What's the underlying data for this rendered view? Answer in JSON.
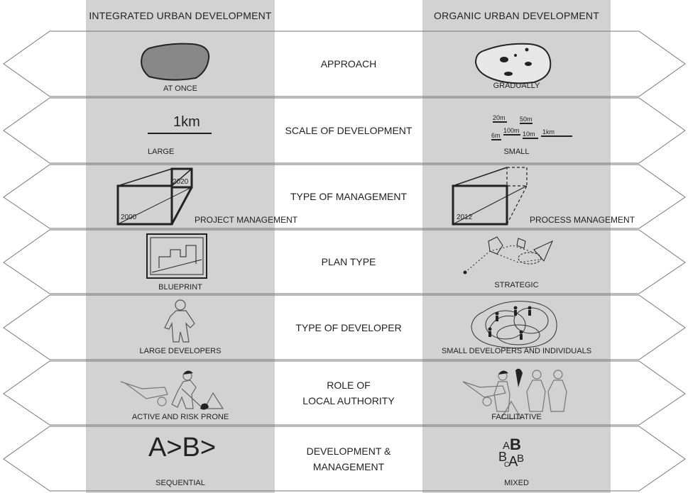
{
  "headers": {
    "left": "INTEGRATED URBAN DEVELOPMENT",
    "right": "ORGANIC URBAN DEVELOPMENT"
  },
  "rows": [
    {
      "center": "APPROACH",
      "left_label": "AT ONCE",
      "right_label": "GRADUALLY"
    },
    {
      "center": "SCALE OF DEVELOPMENT",
      "left_label": "LARGE",
      "right_label": "SMALL"
    },
    {
      "center": "TYPE OF MANAGEMENT",
      "left_label": "PROJECT MANAGEMENT",
      "right_label": "PROCESS MANAGEMENT"
    },
    {
      "center": "PLAN TYPE",
      "left_label": "BLUEPRINT",
      "right_label": "STRATEGIC"
    },
    {
      "center": "TYPE OF DEVELOPER",
      "left_label": "LARGE DEVELOPERS",
      "right_label": "SMALL DEVELOPERS AND INDIVIDUALS"
    },
    {
      "center_line1": "ROLE OF",
      "center_line2": "LOCAL AUTHORITY",
      "left_label": "ACTIVE AND RISK PRONE",
      "right_label": "FACILITATIVE"
    },
    {
      "center_line1": "DEVELOPMENT &",
      "center_line2": "MANAGEMENT",
      "left_label": "SEQUENTIAL",
      "right_label": "MIXED"
    }
  ],
  "scale": {
    "left_value": "1km",
    "right_values": [
      "20m",
      "50m",
      "6m",
      "100m",
      "10m",
      "1km"
    ]
  },
  "management": {
    "left_start": "2000",
    "left_end": "2020",
    "right_start": "2012"
  },
  "sequence": {
    "left_text": "A>B>",
    "right_letters": [
      "A",
      "B",
      "B",
      "C",
      "A",
      "B"
    ]
  },
  "colors": {
    "column_band": "#d2d2d2",
    "arrow_stroke": "#777777",
    "shape_fill": "#888888",
    "ink": "#222222"
  }
}
